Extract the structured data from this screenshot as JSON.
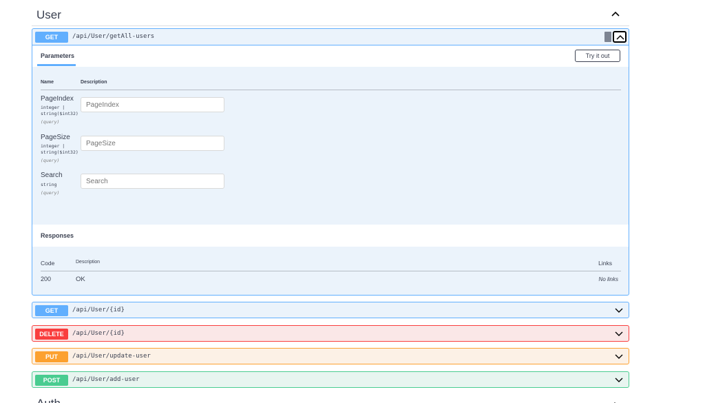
{
  "tag": {
    "title": "User"
  },
  "operations": {
    "get_all": {
      "method": "GET",
      "path": "/api/User/getAll-users",
      "tab_label": "Parameters",
      "try_button": "Try it out",
      "param_headers": {
        "name": "Name",
        "description": "Description"
      },
      "params": [
        {
          "name": "PageIndex",
          "type": "integer | string($int32)",
          "in": "(query)",
          "placeholder": "PageIndex"
        },
        {
          "name": "PageSize",
          "type": "integer | string($int32)",
          "in": "(query)",
          "placeholder": "PageSize"
        },
        {
          "name": "Search",
          "type": "string",
          "in": "(query)",
          "placeholder": "Search"
        }
      ],
      "responses_title": "Responses",
      "response_headers": {
        "code": "Code",
        "description": "Description",
        "links": "Links"
      },
      "responses": [
        {
          "code": "200",
          "description": "OK",
          "links": "No links"
        }
      ]
    },
    "get_by_id": {
      "method": "GET",
      "path": "/api/User/{id}"
    },
    "delete": {
      "method": "DELETE",
      "path": "/api/User/{id}"
    },
    "update": {
      "method": "PUT",
      "path": "/api/User/update-user"
    },
    "add": {
      "method": "POST",
      "path": "/api/User/add-user"
    }
  },
  "next_tag": {
    "title": "Auth"
  },
  "colors": {
    "get": "#61affe",
    "delete": "#f93e3e",
    "put": "#fca130",
    "post": "#49cc90",
    "text": "#3b4151"
  }
}
